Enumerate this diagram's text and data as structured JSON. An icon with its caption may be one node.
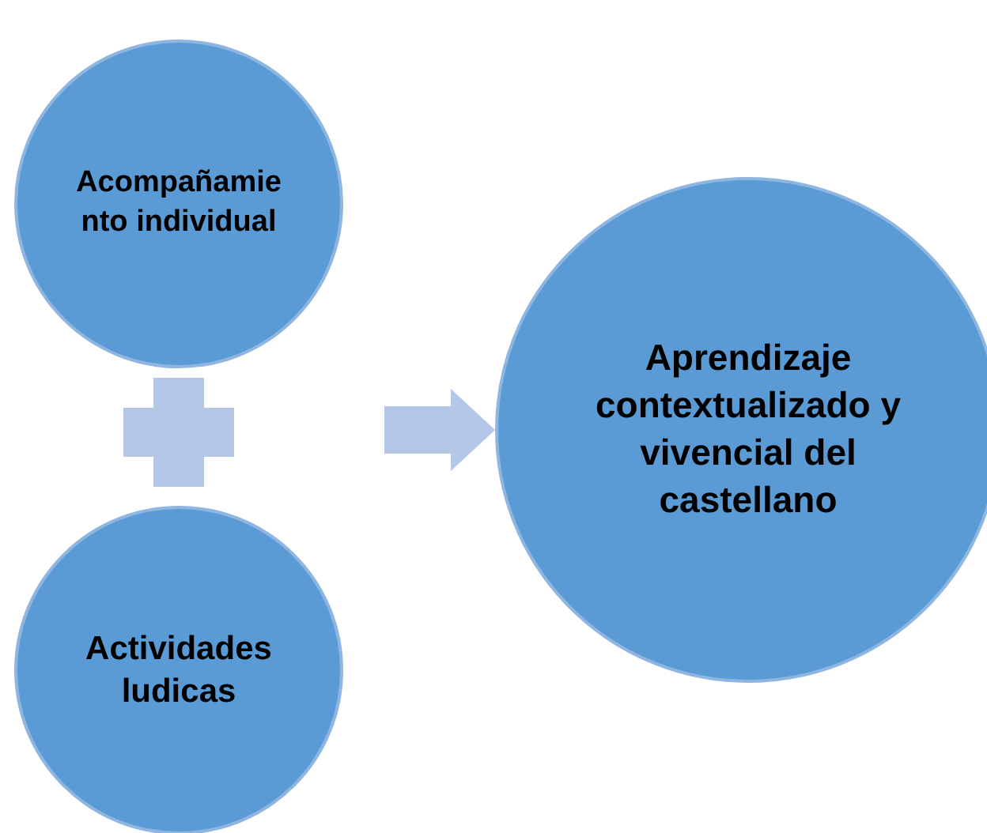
{
  "diagram": {
    "nodes": [
      {
        "text": [
          "Acompañamiento individual"
        ]
      },
      {
        "text": [
          "Actividades ludicas"
        ]
      },
      {
        "text": [
          "Aprendizaje contextualizado y vivencial del castellano"
        ]
      }
    ],
    "edges": [
      {
        "from": null,
        "to": 2,
        "arrow": "to"
      }
    ]
  }
}
